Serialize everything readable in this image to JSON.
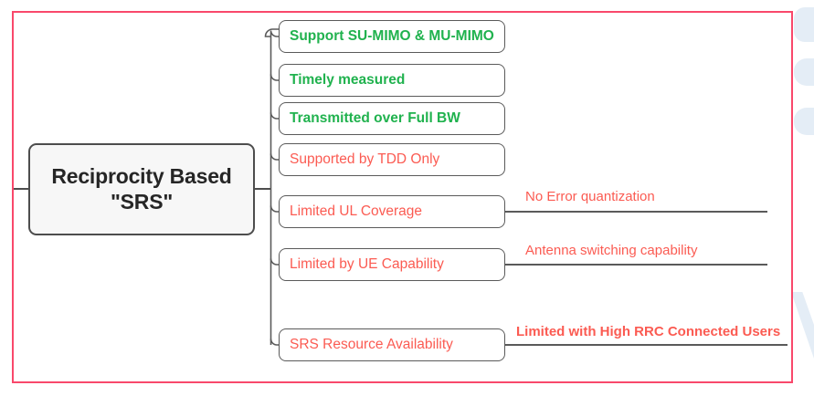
{
  "diagram": {
    "title": "Reciprocity Based \"SRS\"",
    "frame_color": "#f9486b",
    "root": {
      "label": "Reciprocity Based\n\"SRS\"",
      "line1": "Reciprocity Based",
      "line2": "\"SRS\""
    },
    "colors": {
      "positive": "#20b24e",
      "negative": "#fb5b52",
      "node_border": "#4d4d4d",
      "connector": "#5a5a5a",
      "root_fill": "#f7f7f7",
      "watermark": "#e4edf6"
    },
    "branches": [
      {
        "label": "Support SU-MIMO & MU-MIMO",
        "tone": "green",
        "annotation": null
      },
      {
        "label": "Timely measured",
        "tone": "green",
        "annotation": null
      },
      {
        "label": "Transmitted over Full BW",
        "tone": "green",
        "annotation": null
      },
      {
        "label": "Supported by TDD Only",
        "tone": "red",
        "annotation": null
      },
      {
        "label": "Limited UL Coverage",
        "tone": "red",
        "annotation": "No Error quantization"
      },
      {
        "label": "Limited by UE Capability",
        "tone": "red",
        "annotation": "Antenna switching capability"
      },
      {
        "label": "SRS Resource Availability",
        "tone": "red",
        "annotation": "Limited with High RRC Connected Users"
      }
    ]
  }
}
